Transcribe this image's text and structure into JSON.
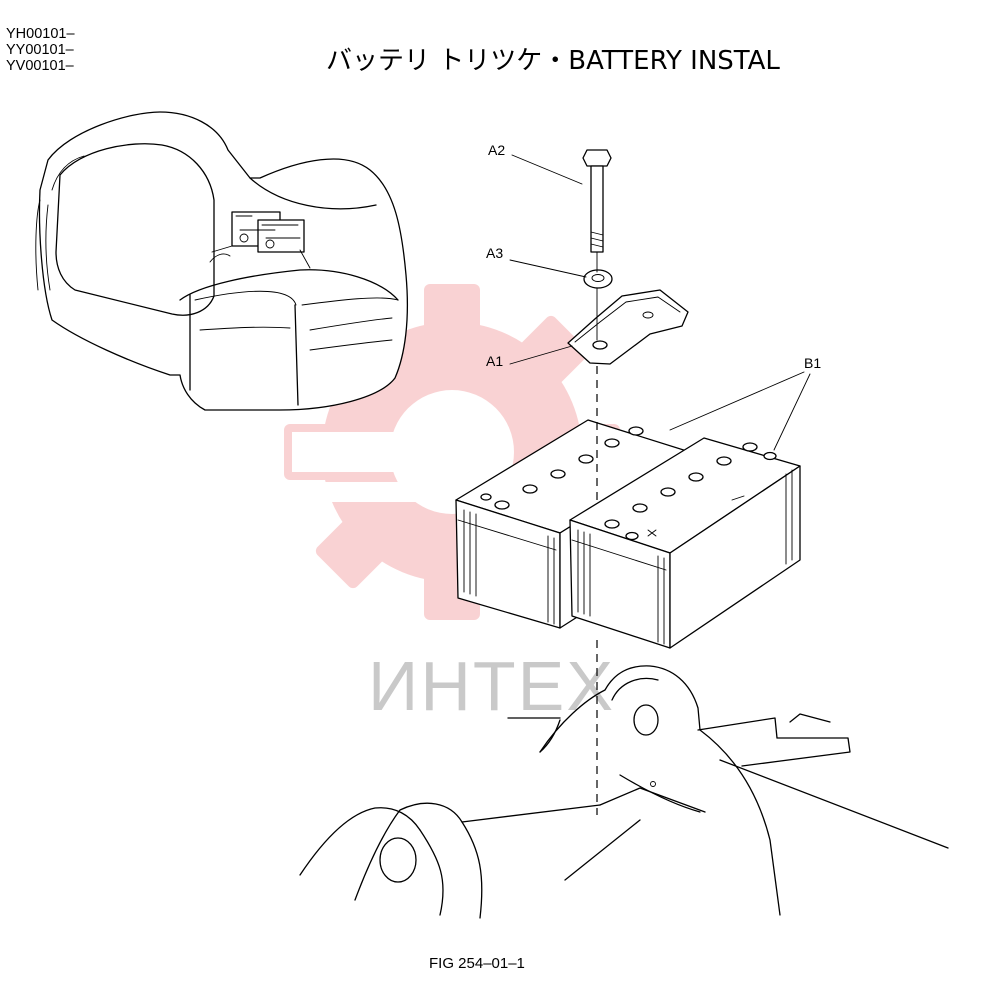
{
  "header": {
    "serial_numbers": [
      "YH00101–",
      "YY00101–",
      "YV00101–"
    ],
    "title": "バッテリ トリツケ・BATTERY INSTAL"
  },
  "callouts": {
    "a2": "A2",
    "a3": "A3",
    "a1": "A1",
    "b1": "B1"
  },
  "watermark": {
    "text": "ИНТЕХ",
    "color": "#e8393b"
  },
  "footer": {
    "figure_label": "FIG 254–01–1"
  }
}
